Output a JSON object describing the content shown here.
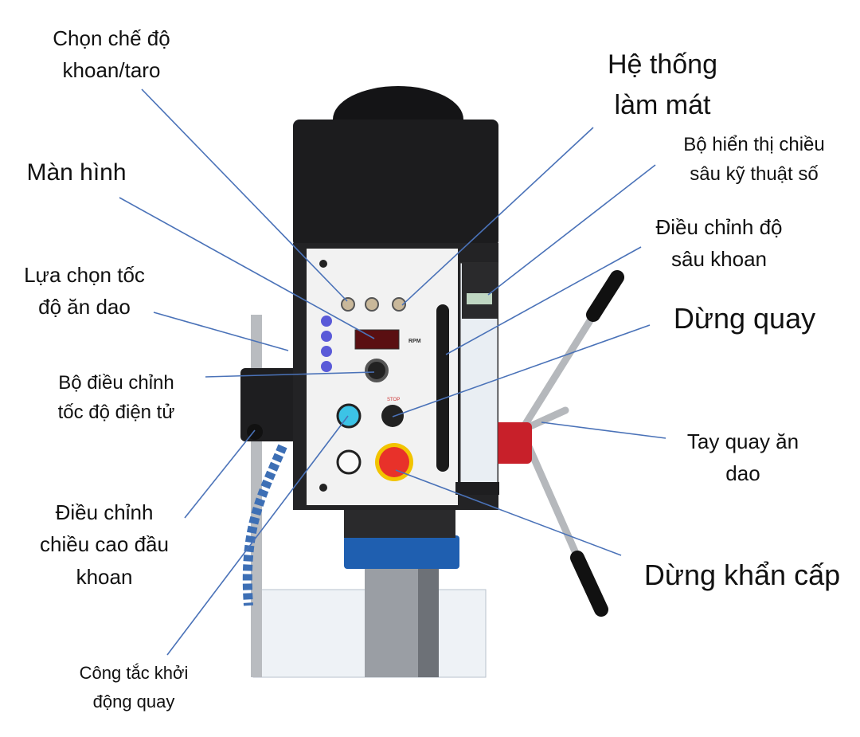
{
  "labels": {
    "mode_select": [
      "Chọn chế độ",
      "khoan/taro"
    ],
    "coolant": [
      "Hệ thống",
      "làm mát"
    ],
    "depth_display": [
      "Bộ hiển thị chiều",
      "sâu kỹ thuật số"
    ],
    "screen": [
      "Màn hình"
    ],
    "depth_adjust": [
      "Điều chỉnh độ",
      "sâu khoan"
    ],
    "feed_speed_select": [
      "Lựa chọn tốc",
      "độ ăn dao"
    ],
    "stop": [
      "Dừng quay"
    ],
    "speed_controller": [
      "Bộ điều chỉnh",
      "tốc độ điện tử"
    ],
    "feed_handle": [
      "Tay quay ăn",
      "dao"
    ],
    "height_adjust": [
      "Điều chỉnh",
      "chiều cao đầu",
      "khoan"
    ],
    "emergency_stop": [
      "Dừng khẩn cấp"
    ],
    "start_switch": [
      "Công tắc khởi",
      "động quay"
    ]
  },
  "panel": {
    "rpm_label": "RPM",
    "stop_label": "STOP"
  },
  "colors": {
    "leader_line": "#4a72b8",
    "machine_body": "#1c1c1e",
    "panel": "#f2f2f2",
    "start_button": "#3cc3e6",
    "emergency": "#e8312a",
    "emergency_ring": "#f2c400",
    "accent_blue": "#1f5fb0"
  }
}
